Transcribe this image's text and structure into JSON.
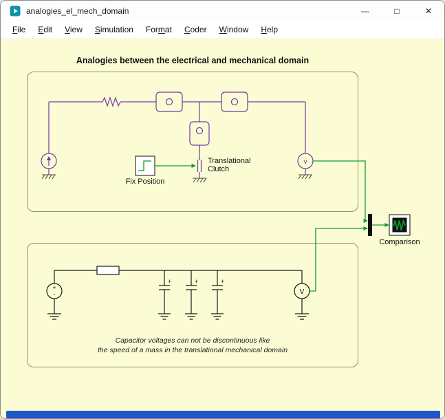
{
  "window": {
    "title": "analogies_el_mech_domain",
    "controls": {
      "minimize": "—",
      "maximize": "□",
      "close": "✕"
    }
  },
  "menu": {
    "items": [
      {
        "label": "File",
        "accel": "0"
      },
      {
        "label": "Edit",
        "accel": "0"
      },
      {
        "label": "View",
        "accel": "0"
      },
      {
        "label": "Simulation",
        "accel": "0"
      },
      {
        "label": "Format",
        "accel": "3"
      },
      {
        "label": "Coder",
        "accel": "0"
      },
      {
        "label": "Window",
        "accel": "0"
      },
      {
        "label": "Help",
        "accel": "0"
      }
    ]
  },
  "canvas": {
    "title": "Analogies between the electrical and mechanical domain",
    "labels": {
      "fix_position": "Fix Position",
      "clutch_line1": "Translational",
      "clutch_line2": "Clutch",
      "comparison": "Comparison",
      "caption_line1": "Capacitor voltages can not be discontinuous like",
      "caption_line2": "the speed of a mass in the translational mechanical domain"
    },
    "symbols": {
      "plus": "+",
      "minus": "-",
      "vel_sensor": "v",
      "volt_sensor": "V"
    },
    "colors": {
      "background": "#fcfcd4",
      "box_border": "#8f8f73",
      "mechanical_line": "#7339a6",
      "signal_green": "#0a9e2c",
      "electrical_line": "#1a1a1a",
      "ground_dark": "#474747",
      "scrollbar_blue": "#1e57c8"
    }
  }
}
